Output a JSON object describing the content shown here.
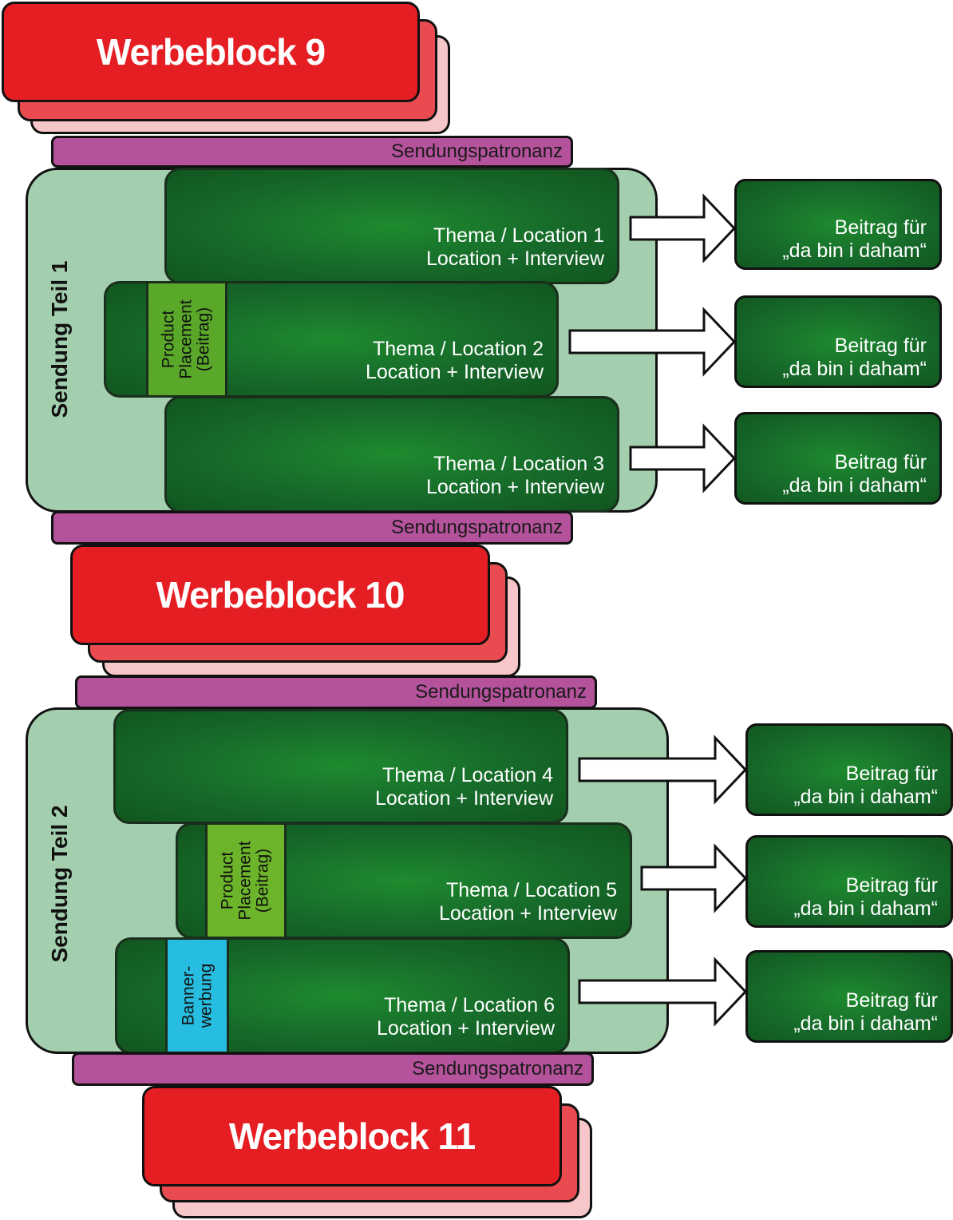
{
  "werbeblocks": [
    {
      "label": "Werbeblock 9"
    },
    {
      "label": "Werbeblock 10"
    },
    {
      "label": "Werbeblock 11"
    }
  ],
  "sponsorship_label": "Sendungspatronanz",
  "sendung": [
    {
      "label": "Sendung Teil 1",
      "segments": [
        {
          "title": "Thema / Location 1",
          "subtitle": "Location + Interview",
          "output": {
            "line1": "Beitrag für",
            "line2": "„da bin i daham“"
          }
        },
        {
          "title": "Thema / Location 2",
          "subtitle": "Location + Interview",
          "tag": "Product\nPlacement\n(Beitrag)",
          "output": {
            "line1": "Beitrag für",
            "line2": "„da bin i daham“"
          }
        },
        {
          "title": "Thema / Location 3",
          "subtitle": "Location + Interview",
          "output": {
            "line1": "Beitrag für",
            "line2": "„da bin i daham“"
          }
        }
      ]
    },
    {
      "label": "Sendung Teil 2",
      "segments": [
        {
          "title": "Thema / Location 4",
          "subtitle": "Location + Interview",
          "output": {
            "line1": "Beitrag für",
            "line2": "„da bin i daham“"
          }
        },
        {
          "title": "Thema / Location 5",
          "subtitle": "Location + Interview",
          "tag": "Product\nPlacement\n(Beitrag)",
          "output": {
            "line1": "Beitrag für",
            "line2": "„da bin i daham“"
          }
        },
        {
          "title": "Thema / Location 6",
          "subtitle": "Location + Interview",
          "tag": "Banner-\nwerbung",
          "output": {
            "line1": "Beitrag für",
            "line2": "„da bin i daham“"
          }
        }
      ]
    }
  ],
  "colors": {
    "werbeblock": "#e51e24",
    "sponsorship": "#b4529c",
    "sendung_bg": "#a3cfae",
    "segment": "#16692a",
    "product_placement": "#5aa82a",
    "banner": "#27bde0"
  }
}
